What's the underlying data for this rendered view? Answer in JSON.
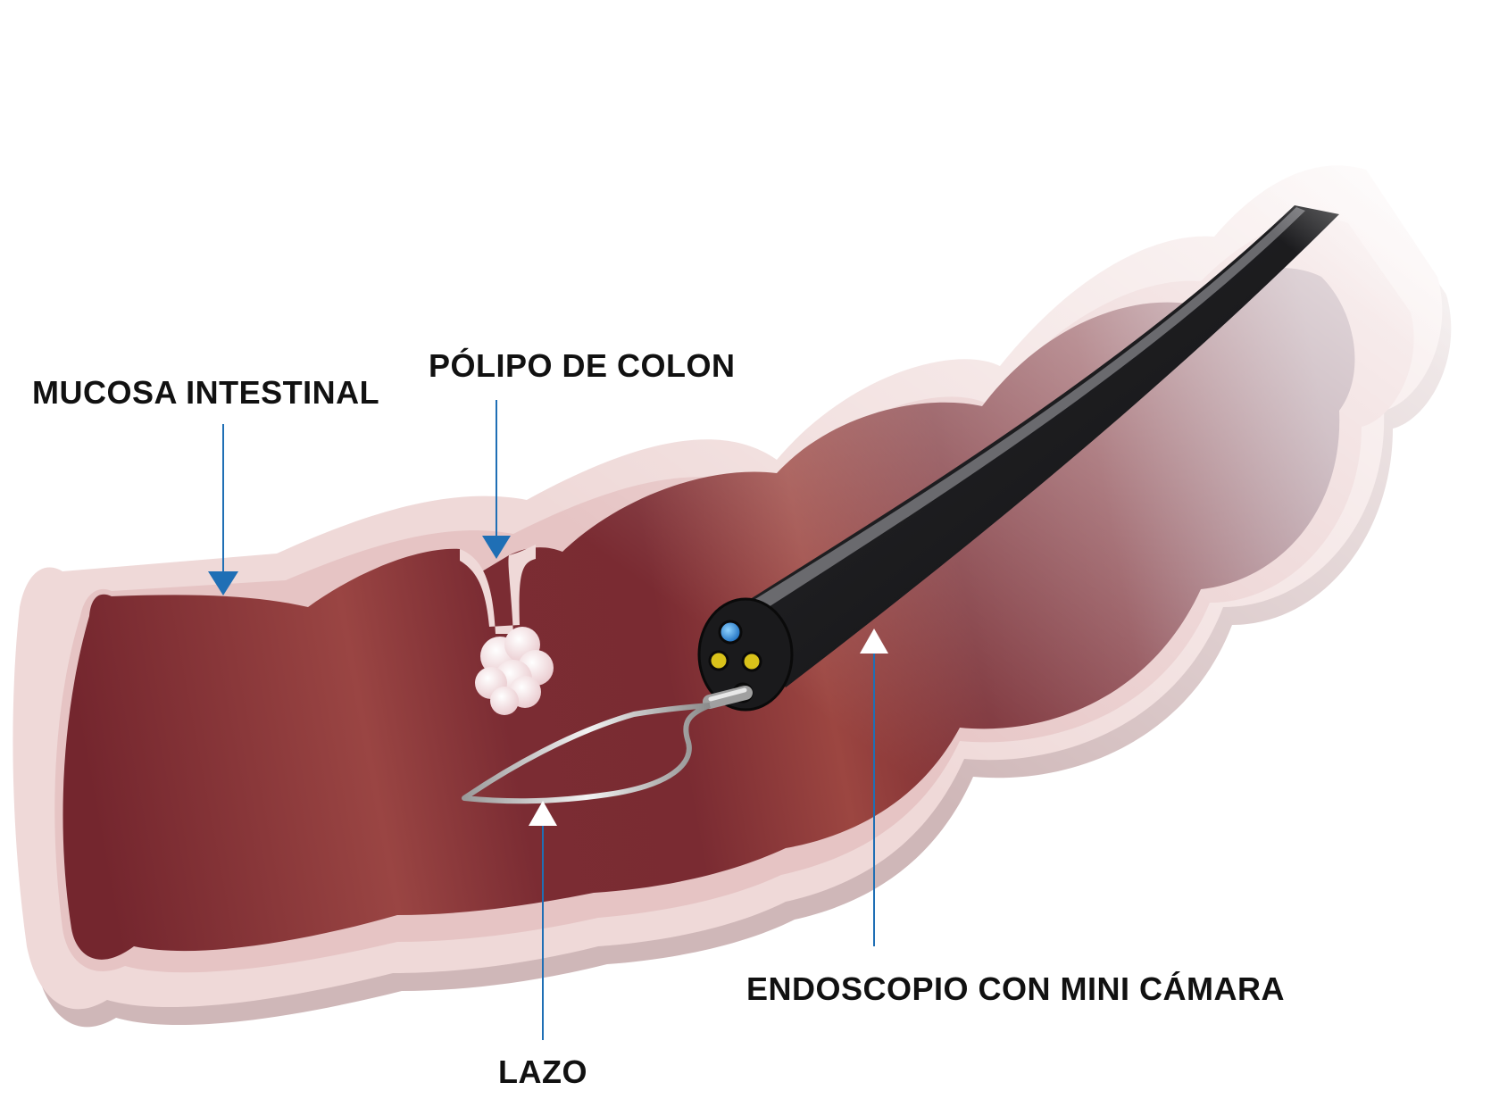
{
  "labels": {
    "mucosa": "MUCOSA INTESTINAL",
    "polipo": "PÓLIPO DE COLON",
    "endoscopio": "ENDOSCOPIO CON MINI CÁMARA",
    "lazo": "LAZO"
  },
  "colors": {
    "colon_dark": "#772a32",
    "colon_light": "#9e4742",
    "mucosa_outer": "#efd9d8",
    "mucosa_inner": "#e6c4c4",
    "mucosa_shadow": "#cfb7b8",
    "pointer_blue": "#1f6fb5",
    "pointer_white": "#ffffff",
    "endoscope_body": "#1c1c1e",
    "endoscope_stripe": "#6a6a6e",
    "polyp": "#f4e4e6"
  }
}
